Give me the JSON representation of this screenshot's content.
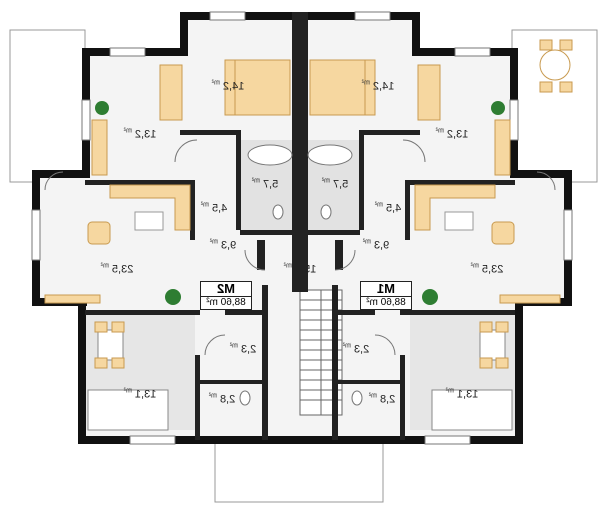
{
  "rooms": [
    {
      "id": "bedroom-l1",
      "text": "14,2",
      "unit": "m²"
    },
    {
      "id": "bedroom-r1",
      "text": "14,2",
      "unit": "m²"
    },
    {
      "id": "bedroom-l2",
      "text": "13,2",
      "unit": "m²"
    },
    {
      "id": "bedroom-r2",
      "text": "13,2",
      "unit": "m²"
    },
    {
      "id": "bath-l",
      "text": "5,7",
      "unit": "m²"
    },
    {
      "id": "bath-r",
      "text": "5,7",
      "unit": "m²"
    },
    {
      "id": "hall-l",
      "text": "4,5",
      "unit": "m²"
    },
    {
      "id": "hall-r",
      "text": "4,5",
      "unit": "m²"
    },
    {
      "id": "corr-l",
      "text": "9,3",
      "unit": "m²"
    },
    {
      "id": "corr-r",
      "text": "9,3",
      "unit": "m²"
    },
    {
      "id": "stair",
      "text": "15,5",
      "unit": "m²"
    },
    {
      "id": "living-l",
      "text": "23,5",
      "unit": "m²"
    },
    {
      "id": "living-r",
      "text": "23,5",
      "unit": "m²"
    },
    {
      "id": "wc-l",
      "text": "2,3",
      "unit": "m²"
    },
    {
      "id": "wc-r",
      "text": "2,3",
      "unit": "m²"
    },
    {
      "id": "kitchen-l",
      "text": "13,1",
      "unit": "m²"
    },
    {
      "id": "kitchen-r",
      "text": "13,1",
      "unit": "m²"
    },
    {
      "id": "store-l",
      "text": "2,8",
      "unit": "m²"
    },
    {
      "id": "store-r",
      "text": "2,8",
      "unit": "m²"
    }
  ],
  "apartments": [
    {
      "id": "m2",
      "code": "M2",
      "area": "88,60 m²"
    },
    {
      "id": "m1",
      "code": "M1",
      "area": "88,60 m²"
    }
  ],
  "colors": {
    "wall": "#111111",
    "floor": "#f4f4f4",
    "furniture": "#f6d7a0",
    "furniture_stroke": "#c89a4f",
    "tile": "#dddddd",
    "plant": "#2e7d32"
  }
}
